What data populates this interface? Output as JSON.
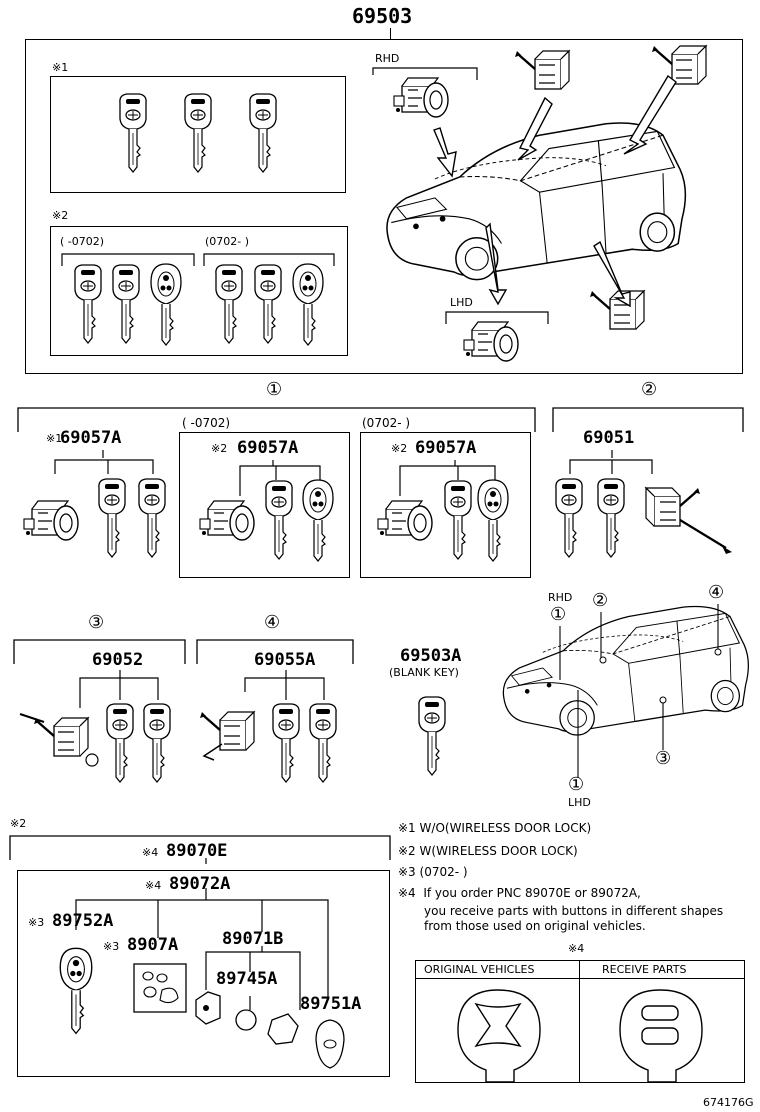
{
  "top": {
    "part_no": "69503",
    "group1_mark": "※1",
    "group2_mark": "※2",
    "group2_range_a": "(     -0702)",
    "group2_range_b": "(0702-      )",
    "rhd": "RHD",
    "lhd": "LHD"
  },
  "sets": {
    "circle1": "①",
    "circle2": "②",
    "set1a": {
      "mark": "※1",
      "part_no": "69057A"
    },
    "range_a": "(        -0702)",
    "range_b": "(0702-        )",
    "set1b": {
      "mark": "※2",
      "part_no": "69057A"
    },
    "set1c": {
      "mark": "※2",
      "part_no": "69057A"
    },
    "set2": {
      "part_no": "69051"
    },
    "circle3": "③",
    "circle4": "④",
    "set3": {
      "part_no": "69052"
    },
    "set4": {
      "part_no": "69055A"
    },
    "blank_key": {
      "part_no": "69503A",
      "label": "(BLANK KEY)"
    }
  },
  "locator": {
    "rhd": "RHD",
    "lhd": "LHD",
    "c1": "①",
    "c2": "②",
    "c3": "③",
    "c4": "④",
    "c1b": "①"
  },
  "remote": {
    "mark": "※2",
    "top_part": {
      "mark": "※4",
      "part_no": "89070E"
    },
    "sub_part": {
      "mark": "※4",
      "part_no": "89072A"
    },
    "p1": {
      "mark": "※3",
      "part_no": "89752A"
    },
    "p2": {
      "mark": "※3",
      "part_no": "8907A"
    },
    "p3": {
      "part_no": "89071B"
    },
    "p4": {
      "part_no": "89745A"
    },
    "p5": {
      "part_no": "89751A"
    }
  },
  "notes": [
    {
      "mark": "※1",
      "text": "W/O(WIRELESS DOOR LOCK)"
    },
    {
      "mark": "※2",
      "text": "W(WIRELESS DOOR LOCK)"
    },
    {
      "mark": "※3",
      "text": "(0702-        )"
    },
    {
      "mark": "※4",
      "text": "If you order PNC 89070E or 89072A,"
    }
  ],
  "note4_line2": "you receive parts with buttons in different shapes",
  "note4_line3": "from those used on original vehicles.",
  "compare": {
    "mark": "※4",
    "col1": "ORIGINAL VEHICLES",
    "col2": "RECEIVE PARTS"
  },
  "figure_code": "674176G"
}
